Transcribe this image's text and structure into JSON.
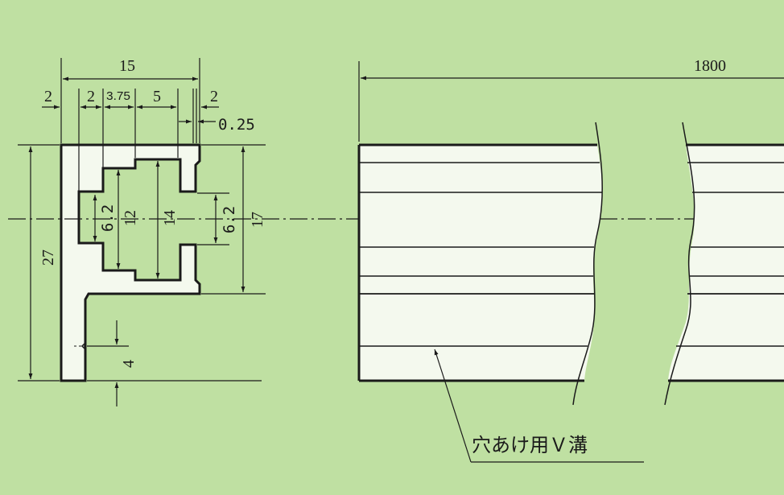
{
  "colors": {
    "background": "#bfe0a2",
    "profile_fill": "#f4f9ee",
    "line": "#1a1a1a"
  },
  "cross_section": {
    "dims": {
      "overall_width": "15",
      "left_flange": "2",
      "wall": "2",
      "slot_offset": "3.75",
      "center_width": "5",
      "right_lip": "2",
      "gap": "0.25",
      "total_height": "27",
      "inner_opening": "6.2",
      "slot_height": "12",
      "cavity_height": "14",
      "side_opening": "6.2",
      "body_height": "17",
      "v_groove_offset": "4"
    }
  },
  "side_view": {
    "length": "1800",
    "groove_label": "穴あけ用Ｖ溝"
  }
}
